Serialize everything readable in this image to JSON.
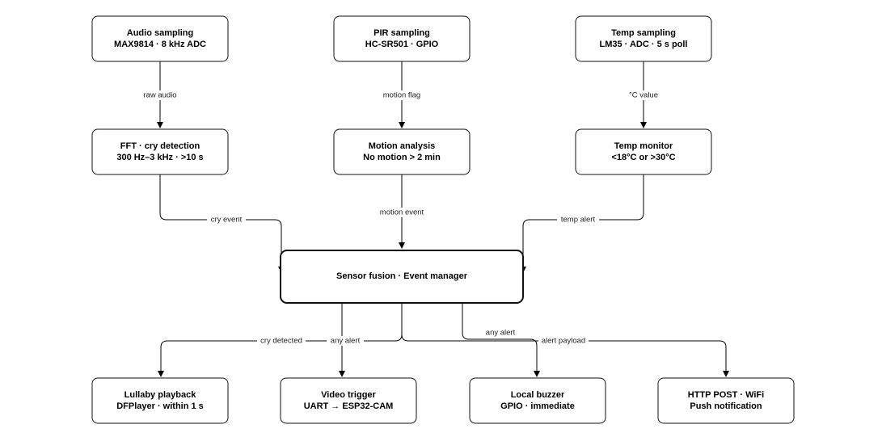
{
  "nodes": {
    "audio_sampling": {
      "line1": "Audio sampling",
      "line2": "MAX9814 · 8 kHz ADC"
    },
    "pir_sampling": {
      "line1": "PIR sampling",
      "line2": "HC-SR501 · GPIO"
    },
    "temp_sampling": {
      "line1": "Temp sampling",
      "line2": "LM35 · ADC · 5 s poll"
    },
    "fft_cry": {
      "line1": "FFT · cry detection",
      "line2": "300 Hz–3 kHz · >10 s"
    },
    "motion_analysis": {
      "line1": "Motion analysis",
      "line2": "No motion > 2 min"
    },
    "temp_monitor": {
      "line1": "Temp monitor",
      "line2": "<18°C or >30°C"
    },
    "sensor_fusion": {
      "line1": "Sensor fusion · Event manager"
    },
    "lullaby": {
      "line1": "Lullaby playback",
      "line2": "DFPlayer · within 1 s"
    },
    "video_trigger": {
      "line1": "Video trigger",
      "line2": "UART → ESP32-CAM"
    },
    "buzzer": {
      "line1": "Local buzzer",
      "line2": "GPIO · immediate"
    },
    "http_post": {
      "line1": "HTTP POST · WiFi",
      "line2": "Push notification"
    }
  },
  "edges": {
    "raw_audio": "raw audio",
    "motion_flag": "motion flag",
    "celsius_value": "°C value",
    "cry_event": "cry event",
    "motion_event": "motion event",
    "temp_alert": "temp alert",
    "cry_detected": "cry detected",
    "any_alert_video": "any alert",
    "any_alert_buzzer": "any alert",
    "alert_payload": "alert payload"
  }
}
